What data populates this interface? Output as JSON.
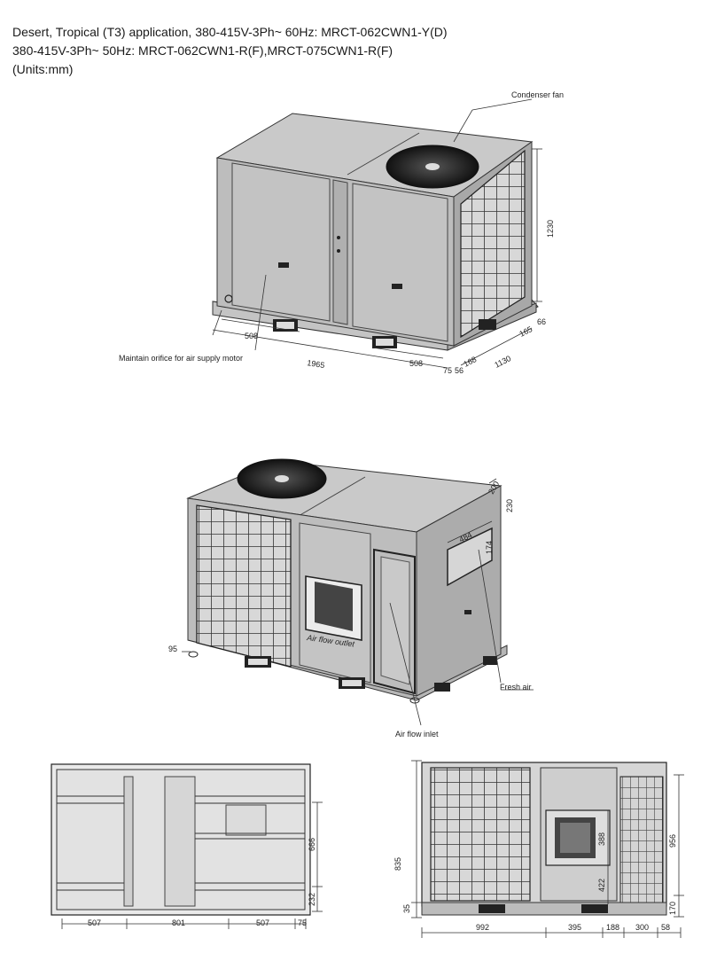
{
  "header": {
    "line1": "Desert, Tropical (T3) application, 380-415V-3Ph~ 60Hz: MRCT-062CWN1-Y(D)",
    "line2": "380-415V-3Ph~ 50Hz: MRCT-062CWN1-R(F),MRCT-075CWN1-R(F)",
    "line3": "(Units:mm)"
  },
  "view1": {
    "condenser_fan_label": "Condenser fan",
    "orifice_label": "Maintain orifice for air supply motor",
    "dims": {
      "height": "1230",
      "width_total": "1965",
      "depth": "1130",
      "seg_left": "508",
      "seg_right": "508",
      "end_75": "75",
      "d56": "56",
      "d168": "168",
      "d165": "165",
      "d66": "66"
    }
  },
  "view2": {
    "air_outlet_label": "Air flow outlet",
    "air_inlet_label": "Air flow inlet",
    "fresh_air_label": "Fresh air",
    "dims": {
      "d200": "200",
      "d230": "230",
      "d484": "484",
      "d174": "174",
      "d95": "95"
    }
  },
  "view3": {
    "dims": {
      "d507a": "507",
      "d801": "801",
      "d507b": "507",
      "d75": "75",
      "d666": "666",
      "d232": "232"
    }
  },
  "view4": {
    "dims": {
      "d835": "835",
      "d388": "388",
      "d422": "422",
      "d956": "956",
      "d35": "35",
      "d170": "170",
      "d992": "992",
      "d395": "395",
      "d188": "188",
      "d300": "300",
      "d58": "58"
    }
  }
}
